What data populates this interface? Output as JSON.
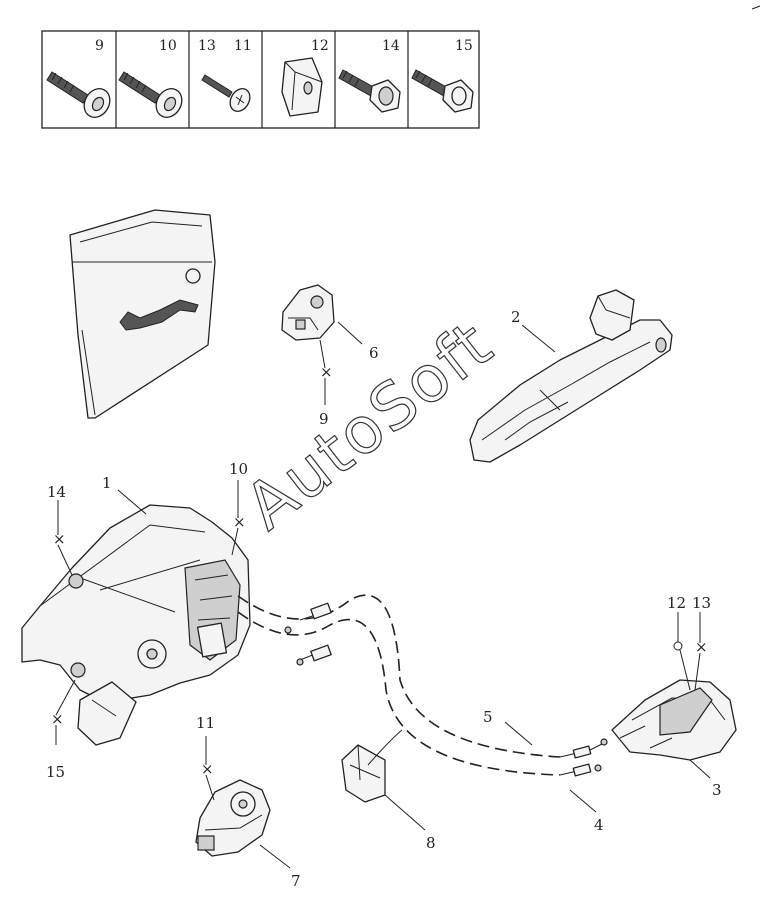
{
  "fastener_table": {
    "cells": [
      {
        "labels": [
          "9"
        ],
        "icon": "countersunk-bolt-icon"
      },
      {
        "labels": [
          "10"
        ],
        "icon": "countersunk-bolt-icon"
      },
      {
        "labels": [
          "13",
          "11"
        ],
        "icon": "pan-head-screw-icon"
      },
      {
        "labels": [
          "12"
        ],
        "icon": "clip-nut-icon"
      },
      {
        "labels": [
          "14"
        ],
        "icon": "hex-flange-screw-icon"
      },
      {
        "labels": [
          "15"
        ],
        "icon": "hex-flange-bolt-icon"
      }
    ]
  },
  "callouts": {
    "c1": "1",
    "c2": "2",
    "c3": "3",
    "c4": "4",
    "c5": "5",
    "c6": "6",
    "c7": "7",
    "c8": "8",
    "c9": "9",
    "c10": "10",
    "c11": "11",
    "c12": "12",
    "c13": "13",
    "c14": "14",
    "c15": "15"
  },
  "watermark": "AutoSoft",
  "colors": {
    "line": "#222222",
    "paper": "#ffffff"
  }
}
